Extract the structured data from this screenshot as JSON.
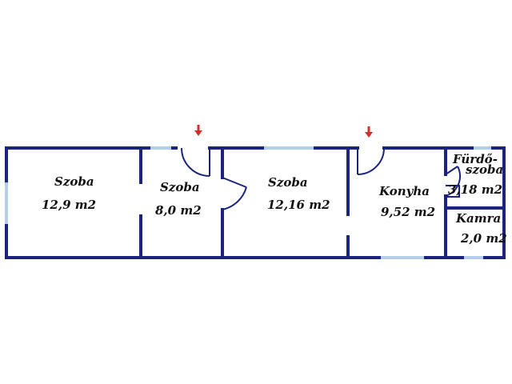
{
  "rooms": [
    {
      "name": "Szoba",
      "area": "12,9 m2"
    },
    {
      "name": "Szoba",
      "area": "8,0 m2"
    },
    {
      "name": "Szoba",
      "area": "12,16 m2"
    },
    {
      "name": "Konyha",
      "area": "9,52 m2"
    },
    {
      "name_line1": "Fürdő-",
      "name_line2": "szoba",
      "area": "3,18 m2"
    },
    {
      "name": "Kamra",
      "area": "2,0 m2"
    }
  ],
  "colors": {
    "wall": "#1a237e",
    "window": "#b3cdea",
    "entrance_arrow": "#d32f2f"
  },
  "entrances": [
    "entrance-arrow-left",
    "entrance-arrow-right"
  ]
}
